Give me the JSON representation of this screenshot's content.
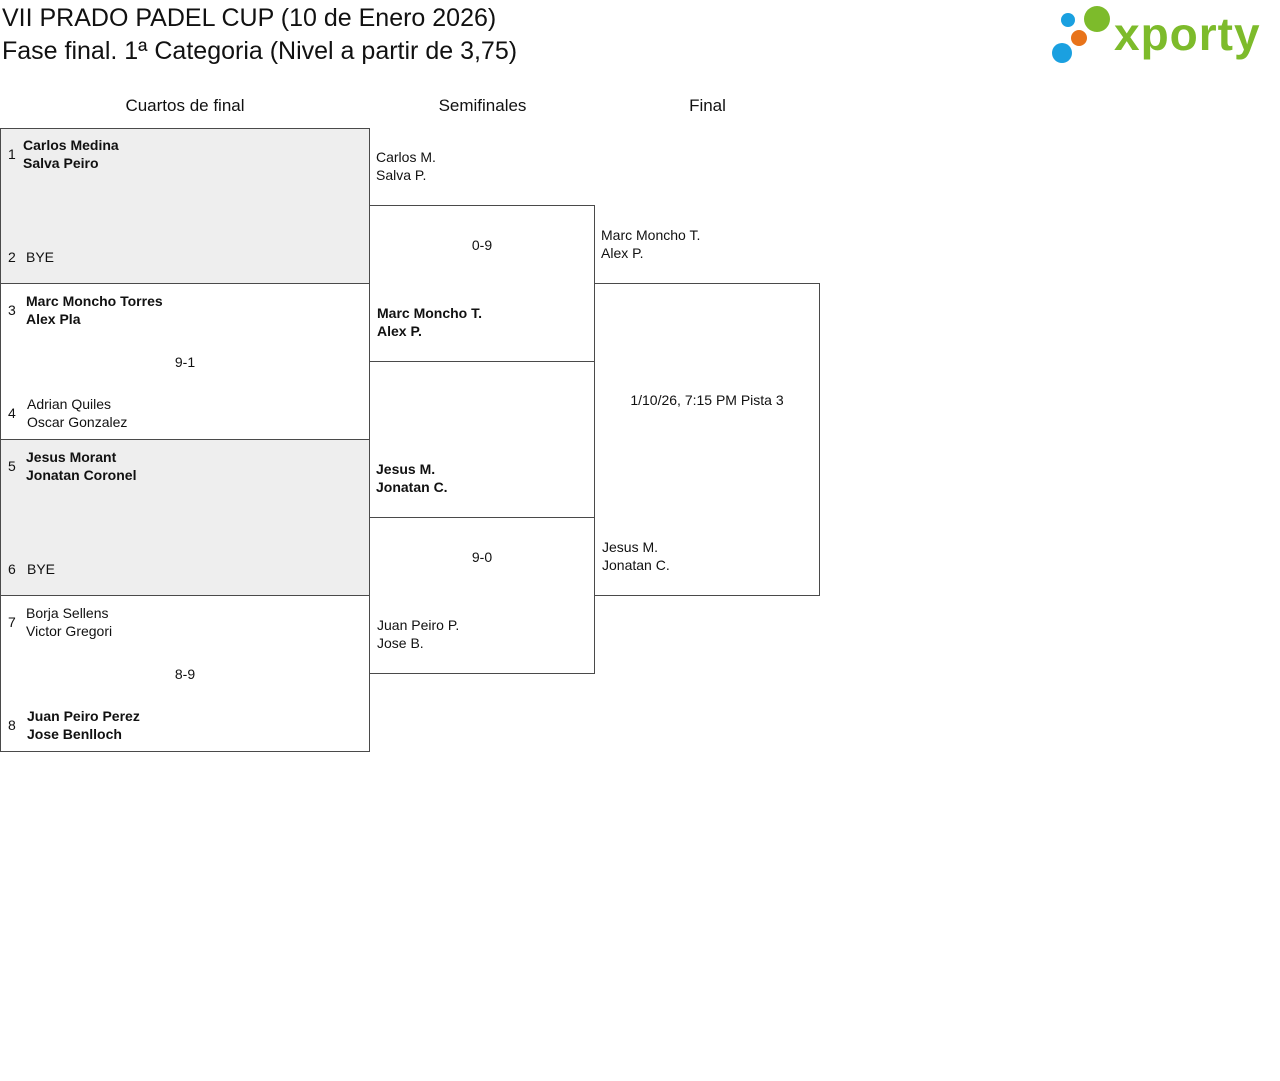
{
  "header": {
    "line1": "VII PRADO PADEL CUP (10 de Enero 2026)",
    "line2": "Fase final. 1ª Categoria (Nivel a partir de 3,75)"
  },
  "logo": {
    "text": "xporty",
    "colors": [
      "#1aa0e0",
      "#e8731a",
      "#7dbb2b"
    ]
  },
  "rounds": {
    "quarters": "Cuartos de final",
    "semis": "Semifinales",
    "final": "Final"
  },
  "quarterfinals": [
    {
      "top": {
        "seed": "1",
        "p1": "Carlos Medina",
        "p2": "Salva Peiro"
      },
      "bottom": {
        "seed": "2",
        "p1": "BYE",
        "p2": ""
      },
      "score": ""
    },
    {
      "top": {
        "seed": "3",
        "p1": "Marc Moncho Torres",
        "p2": "Alex Pla"
      },
      "bottom": {
        "seed": "4",
        "p1": "Adrian Quiles",
        "p2": "Oscar Gonzalez"
      },
      "score": "9-1"
    },
    {
      "top": {
        "seed": "5",
        "p1": "Jesus Morant",
        "p2": "Jonatan Coronel"
      },
      "bottom": {
        "seed": "6",
        "p1": "BYE",
        "p2": ""
      },
      "score": ""
    },
    {
      "top": {
        "seed": "7",
        "p1": "Borja Sellens",
        "p2": "Victor Gregori"
      },
      "bottom": {
        "seed": "8",
        "p1": "Juan Peiro Perez",
        "p2": "Jose Benlloch"
      },
      "score": "8-9"
    }
  ],
  "semifinals": [
    {
      "top": {
        "p1": "Carlos M.",
        "p2": "Salva P."
      },
      "bottom": {
        "p1": "Marc Moncho T.",
        "p2": "Alex P."
      },
      "score": "0-9"
    },
    {
      "top": {
        "p1": "Jesus M.",
        "p2": "Jonatan C."
      },
      "bottom": {
        "p1": "Juan Peiro P.",
        "p2": "Jose B."
      },
      "score": "9-0"
    }
  ],
  "final": {
    "top": {
      "p1": "Marc Moncho T.",
      "p2": "Alex P."
    },
    "bottom": {
      "p1": "Jesus M.",
      "p2": "Jonatan C."
    },
    "schedule": "1/10/26, 7:15 PM Pista 3"
  }
}
